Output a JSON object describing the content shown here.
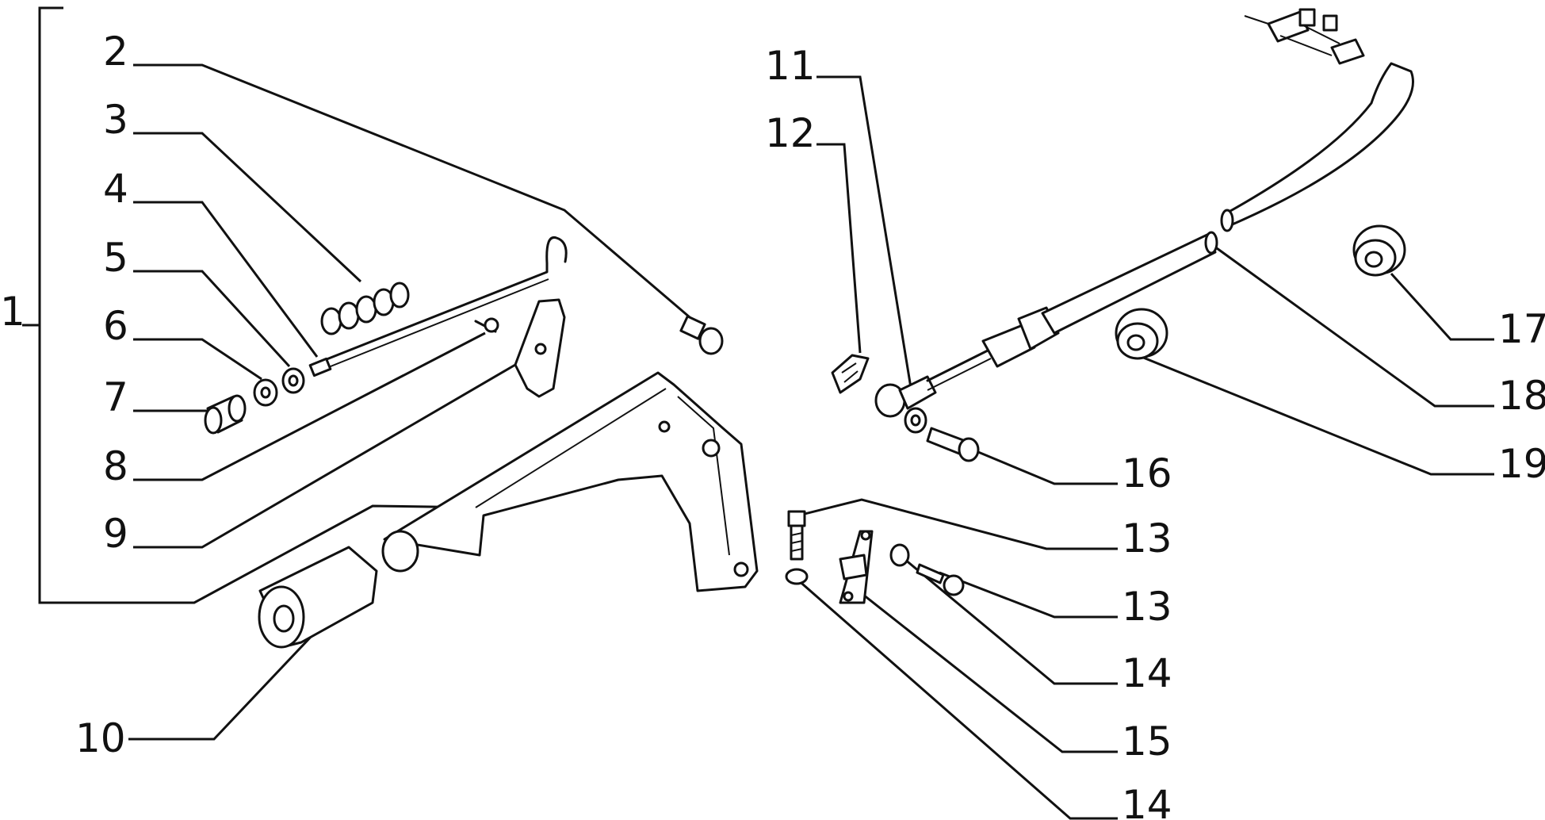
{
  "diagram": {
    "callouts": [
      {
        "id": "c1",
        "text": "1"
      },
      {
        "id": "c2",
        "text": "2"
      },
      {
        "id": "c3",
        "text": "3"
      },
      {
        "id": "c4",
        "text": "4"
      },
      {
        "id": "c5",
        "text": "5"
      },
      {
        "id": "c6",
        "text": "6"
      },
      {
        "id": "c7",
        "text": "7"
      },
      {
        "id": "c8",
        "text": "8"
      },
      {
        "id": "c9",
        "text": "9"
      },
      {
        "id": "c10",
        "text": "10"
      },
      {
        "id": "c11",
        "text": "11"
      },
      {
        "id": "c12",
        "text": "12"
      },
      {
        "id": "c13a",
        "text": "13"
      },
      {
        "id": "c13b",
        "text": "13"
      },
      {
        "id": "c14a",
        "text": "14"
      },
      {
        "id": "c14b",
        "text": "14"
      },
      {
        "id": "c15",
        "text": "15"
      },
      {
        "id": "c16",
        "text": "16"
      },
      {
        "id": "c17",
        "text": "17"
      },
      {
        "id": "c18",
        "text": "18"
      },
      {
        "id": "c19",
        "text": "19"
      }
    ]
  }
}
